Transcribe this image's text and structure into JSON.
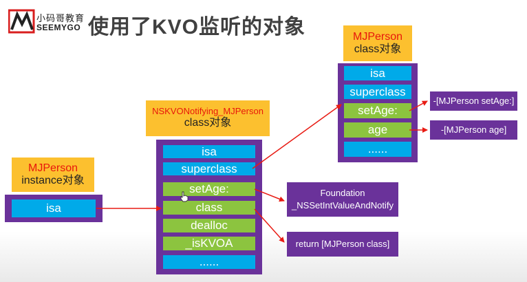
{
  "header": {
    "logo_cn": "小码哥教育",
    "logo_en": "SEEMYGO",
    "title": "使用了KVO监听的对象"
  },
  "instance_object": {
    "name": "MJPerson",
    "kind": "instance对象",
    "slots": [
      "isa"
    ]
  },
  "subclass_object": {
    "name": "NSKVONotifying_MJPerson",
    "kind": "class对象",
    "slots": [
      "isa",
      "superclass",
      "setAge:",
      "class",
      "dealloc",
      "_isKVOA",
      "......"
    ]
  },
  "class_object": {
    "name": "MJPerson",
    "kind": "class对象",
    "slots": [
      "isa",
      "superclass",
      "setAge:",
      "age",
      "......"
    ]
  },
  "method_results": {
    "set_age_impl": [
      "Foundation",
      "_NSSetIntValueAndNotify"
    ],
    "class_impl": "return [MJPerson class]",
    "person_set_age": "-[MJPerson setAge:]",
    "person_age": "-[MJPerson age]"
  },
  "colors": {
    "label_bg": "#fcc02f",
    "label_name": "#e8170b",
    "frame": "#6a329a",
    "slot_blue": "#00aae9",
    "slot_green": "#8cc43f",
    "arrow": "#e81b13"
  }
}
